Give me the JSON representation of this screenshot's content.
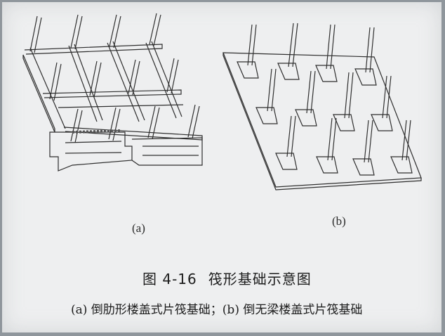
{
  "figure": {
    "label_a": "(a)",
    "label_b": "(b)",
    "title_prefix": "图 4-16",
    "title_text": "筏形基础示意图",
    "caption": "(a) 倒肋形楼盖式片筏基础；(b) 倒无梁楼盖式片筏基础"
  },
  "colors": {
    "paper": "#eeeff0",
    "border": "#8f969c",
    "ink": "#2a2a2a"
  }
}
